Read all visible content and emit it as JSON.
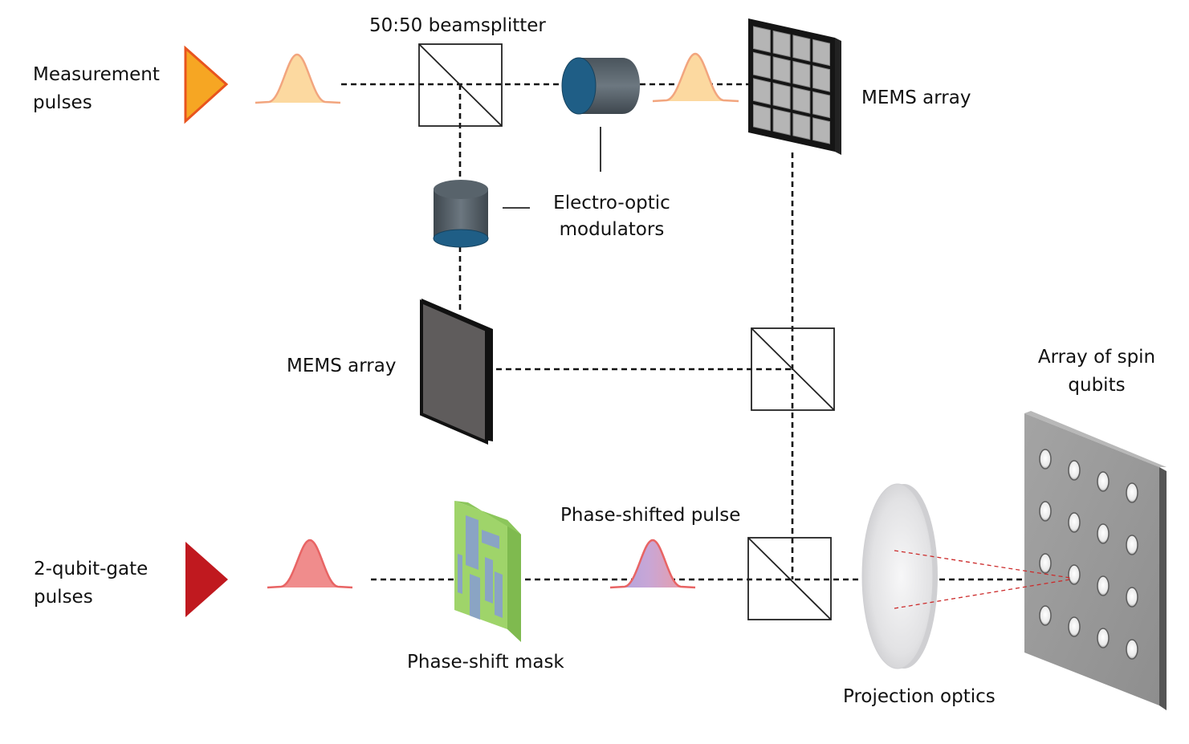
{
  "labels": {
    "measurement_pulses": [
      "Measurement",
      "pulses"
    ],
    "beamsplitter_50_50": "50:50 beamsplitter",
    "mems_array_top": "MEMS array",
    "electro_optic_modulators": [
      "Electro-optic",
      "modulators"
    ],
    "mems_array_mid": "MEMS array",
    "array_of_spin_qubits": [
      "Array of spin",
      "qubits"
    ],
    "two_qubit_gate_pulses": [
      "2-qubit-gate",
      "pulses"
    ],
    "phase_shifted_pulse": "Phase-shifted pulse",
    "phase_shift_mask": "Phase-shift mask",
    "projection_optics": "Projection optics"
  },
  "colors": {
    "measurement_source": "#f6a623",
    "measurement_source_edge": "#e8541e",
    "gate_source": "#c0191f",
    "measurement_pulse_fill": "#fcd9a0",
    "measurement_pulse_edge": "#f2a57e",
    "gate_pulse_fill": "#f08c8c",
    "gate_pulse_edge": "#e86464",
    "shifted_pulse_blue": "#a9a3e0",
    "shifted_pulse_red": "#f08c8c",
    "modulator_face": "#1f5e86",
    "modulator_body": "#5b6670",
    "mems_frame": "#111111",
    "mems_cell": "#b5b5b5",
    "mems_plate": "#5f5c5c",
    "mask_green": "#9fd46a",
    "mask_blue": "#8aa4c4",
    "qubit_plate": "#9b9b9b",
    "qubit_plate_side": "#5a5a5a",
    "lens": "#e4e4e6",
    "focus_rays": "#cc2b2b",
    "beam_path": "#111111"
  },
  "icons": {
    "measurement_source": "triangle-source-icon",
    "gate_source": "triangle-source-icon",
    "beamsplitter": "cube-beamsplitter-icon",
    "modulator": "cylinder-modulator-icon",
    "mems_grid": "mirror-grid-icon",
    "mems_plate": "mirror-plate-icon",
    "mask": "phase-mask-icon",
    "lens": "lens-icon",
    "qubit_array": "qubit-plate-icon"
  }
}
